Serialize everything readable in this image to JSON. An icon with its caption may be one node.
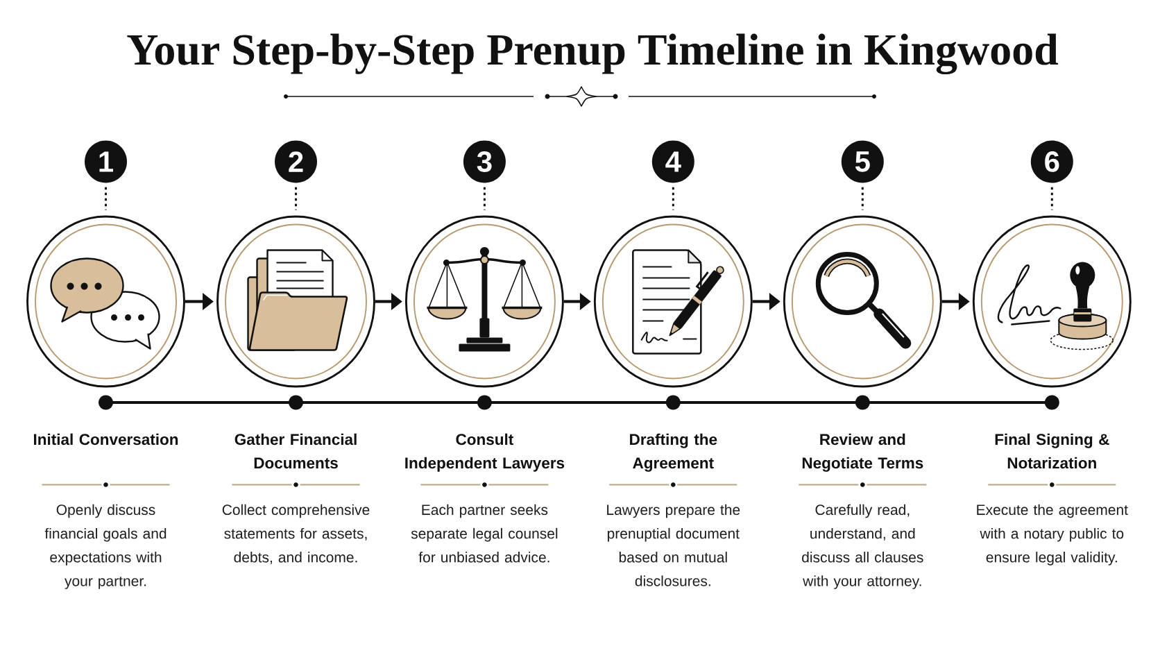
{
  "diagram": {
    "title": "Your Step-by-Step Prenup Timeline in Kingwood",
    "nodes": [
      {
        "text": [
          "1"
        ]
      },
      {
        "text": [],
        "shape": "circle",
        "beside": [
          "Initial Conversation",
          "Openly discuss financial goals and expectations with your partner."
        ]
      },
      {
        "text": [
          "2"
        ]
      },
      {
        "text": [],
        "shape": "circle",
        "beside": [
          "Gather Financial Documents",
          "Collect comprehensive statements for assets, debts, and income."
        ]
      },
      {
        "text": [
          "3"
        ]
      },
      {
        "text": [],
        "shape": "circle",
        "beside": [
          "Consult Independent Lawyers",
          "Each partner seeks separate legal counsel for unbiased advice."
        ]
      },
      {
        "text": [
          "4"
        ]
      },
      {
        "text": [],
        "shape": "circle",
        "beside": [
          "Drafting the Agreement",
          "Lawyers prepare the prenuptial document based on mutual disclosures."
        ]
      },
      {
        "text": [
          "5"
        ]
      },
      {
        "text": [],
        "shape": "circle",
        "beside": [
          "Review and Negotiate Terms",
          "Carefully read, understand, and discuss all clauses with your attorney."
        ]
      },
      {
        "text": [
          "6"
        ]
      },
      {
        "text": [],
        "shape": "circle",
        "beside": [
          "Final Signing & Notarization",
          "Execute the agreement with a notary public to ensure legal validity."
        ]
      }
    ],
    "edges": [
      {
        "from": 0,
        "to": 1,
        "arrow": "none",
        "style": "dashed"
      },
      {
        "from": 2,
        "to": 3,
        "arrow": "none",
        "style": "dashed"
      },
      {
        "from": 4,
        "to": 5,
        "arrow": "none",
        "style": "dashed"
      },
      {
        "from": 6,
        "to": 7,
        "arrow": "none",
        "style": "dashed"
      },
      {
        "from": 8,
        "to": 9,
        "arrow": "none",
        "style": "dashed"
      },
      {
        "from": 10,
        "to": 11,
        "arrow": "none",
        "style": "dashed"
      },
      {
        "from": 1,
        "to": 3,
        "arrow": "to"
      },
      {
        "from": 3,
        "to": 5,
        "arrow": "to"
      },
      {
        "from": 5,
        "to": 7,
        "arrow": "to"
      },
      {
        "from": 7,
        "to": 9,
        "arrow": "to"
      },
      {
        "from": 9,
        "to": 11,
        "arrow": "to"
      }
    ]
  }
}
